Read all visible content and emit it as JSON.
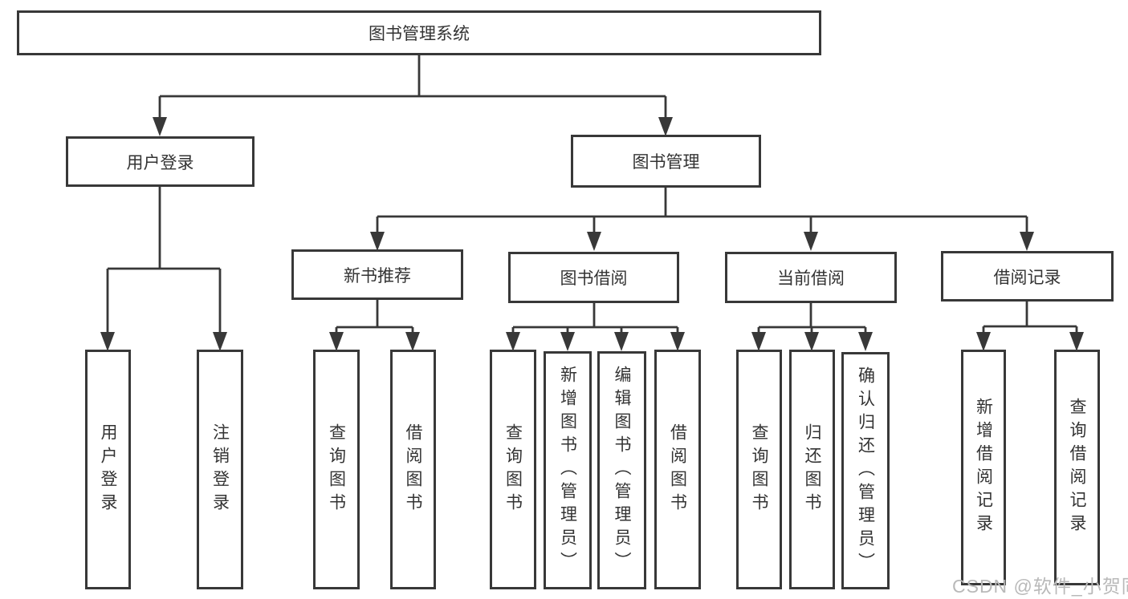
{
  "tree": {
    "root": "图书管理系统",
    "children": [
      {
        "label": "用户登录",
        "children": [
          "用户登录",
          "注销登录"
        ]
      },
      {
        "label": "图书管理",
        "children": [
          {
            "label": "新书推荐",
            "children": [
              "查询图书",
              "借阅图书"
            ]
          },
          {
            "label": "图书借阅",
            "children": [
              "查询图书",
              "新增图书（管理员）",
              "编辑图书（管理员）",
              "借阅图书"
            ]
          },
          {
            "label": "当前借阅",
            "children": [
              "查询图书",
              "归还图书",
              "确认归还（管理员）"
            ]
          },
          {
            "label": "借阅记录",
            "children": [
              "新增借阅记录",
              "查询借阅记录"
            ]
          }
        ]
      }
    ]
  },
  "watermark": {
    "text": "CSDN @软件_小贺同学"
  },
  "colors": {
    "line": "#383838",
    "text": "#333333",
    "background": "#ffffff",
    "watermark": "#b9b9b9"
  }
}
